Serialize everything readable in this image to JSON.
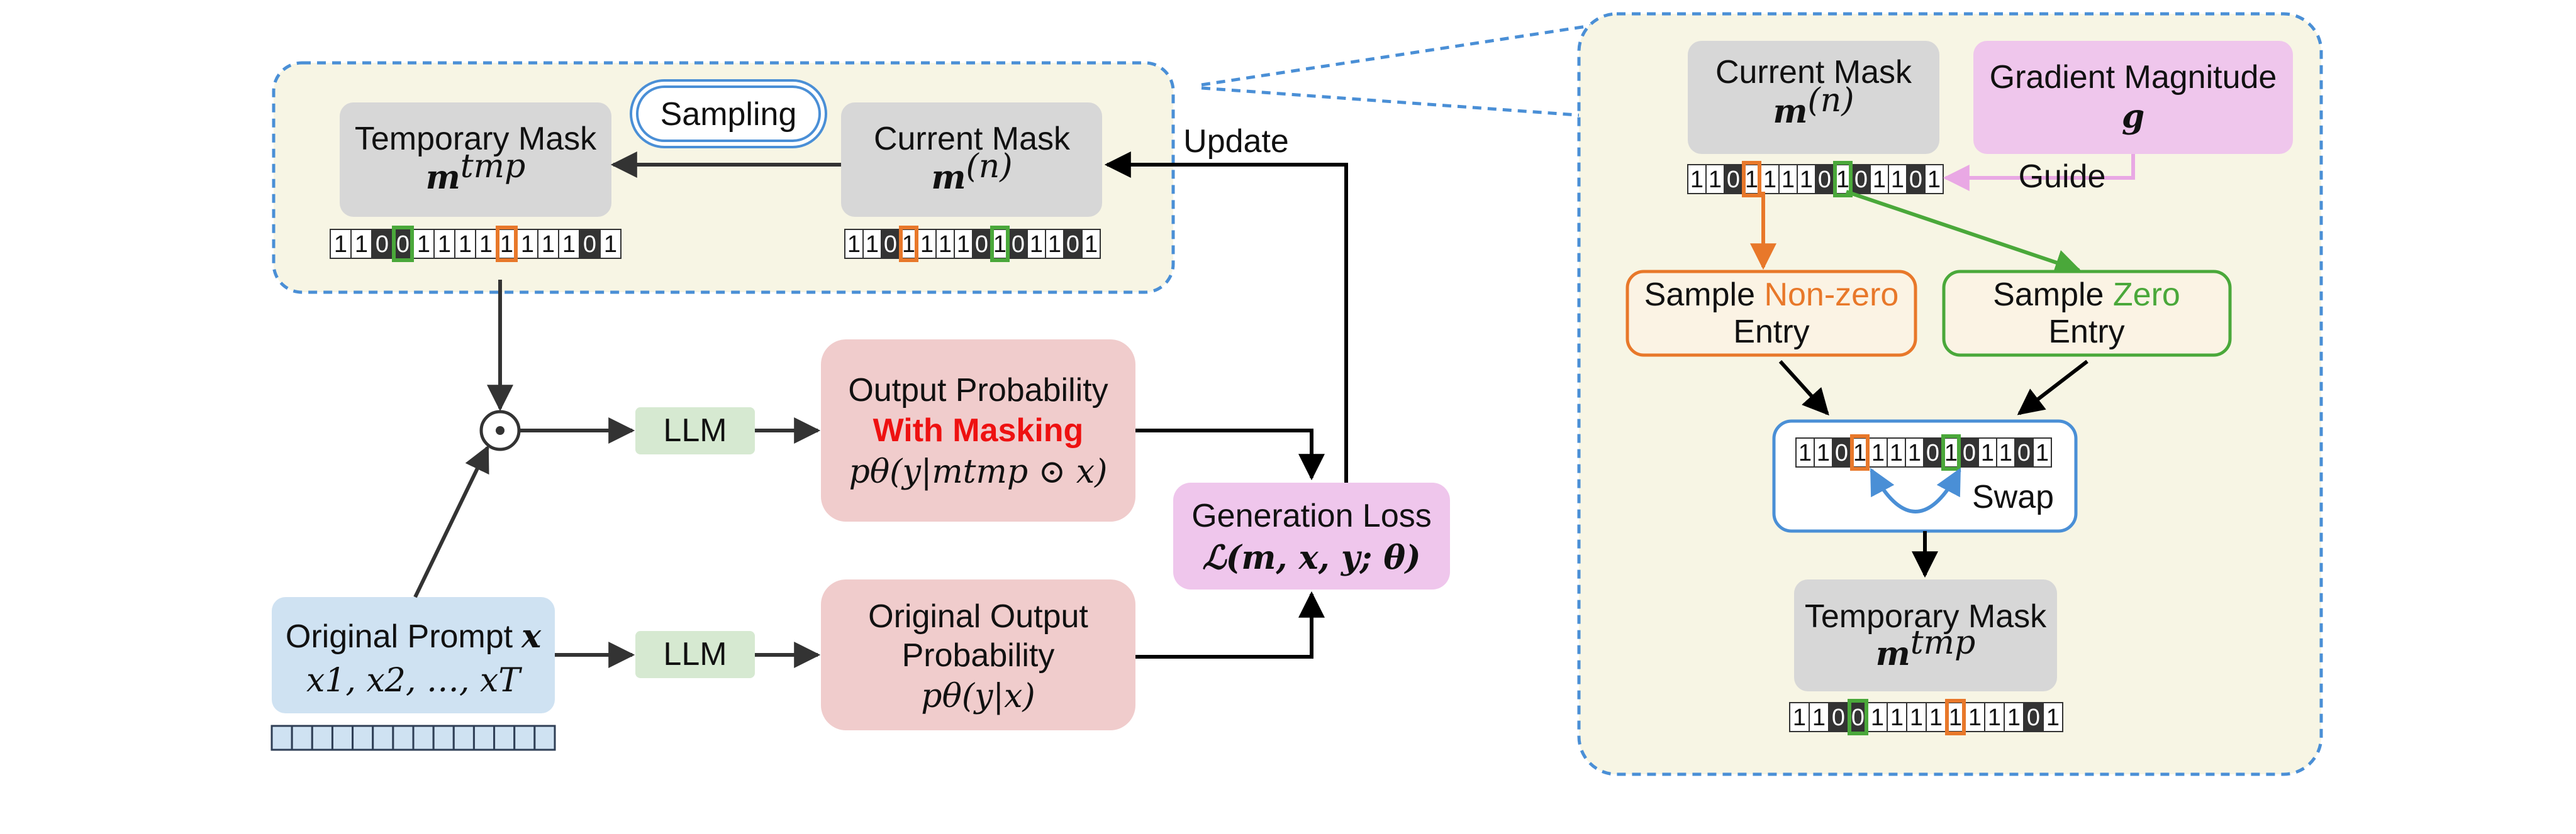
{
  "left": {
    "sampling_label": "Sampling",
    "temporary_mask": {
      "title": "Temporary Mask",
      "symbol": "m",
      "sup": "tmp",
      "bits": "11001111111101",
      "highlights": {
        "green": [
          3
        ],
        "orange": [
          8
        ]
      }
    },
    "current_mask": {
      "title": "Current Mask",
      "symbol": "m",
      "sup": "(n)",
      "bits": "11011110101101",
      "highlights": {
        "orange": [
          3
        ],
        "green": [
          8
        ]
      }
    },
    "update_label": "Update",
    "odot_symbol": "⊙",
    "llm_top": "LLM",
    "llm_bottom": "LLM",
    "output_masked": {
      "line1": "Output Probability",
      "line2": "With Masking",
      "formula": "pθ(y|mtmp ⊙ x)"
    },
    "generation_loss": {
      "title": "Generation Loss",
      "formula": "ℒ(m, x, y; θ)"
    },
    "original_prompt": {
      "title": "Original Prompt",
      "symbol": "x",
      "formula": "x1, x2, …, xT",
      "token_count": 14
    },
    "original_output": {
      "line1": "Original Output",
      "line2": "Probability",
      "formula": "pθ(y|x)"
    }
  },
  "right": {
    "current_mask": {
      "title": "Current Mask",
      "symbol": "m",
      "sup": "(n)",
      "bits": "11011110101101",
      "highlights": {
        "orange": [
          3
        ],
        "green": [
          8
        ]
      }
    },
    "gradient": {
      "title": "Gradient Magnitude",
      "symbol": "g"
    },
    "guide_label": "Guide",
    "sample_nonzero": {
      "prefix": "Sample ",
      "colored": "Non-zero",
      "line2": "Entry"
    },
    "sample_zero": {
      "prefix": "Sample ",
      "colored": "Zero",
      "line2": "Entry"
    },
    "swap": {
      "label": "Swap",
      "bits": "11011110101101",
      "highlights": {
        "orange": [
          3
        ],
        "green": [
          8
        ]
      }
    },
    "temporary_mask": {
      "title": "Temporary Mask",
      "symbol": "m",
      "sup": "tmp",
      "bits": "11001111111101",
      "highlights": {
        "green": [
          3
        ],
        "orange": [
          8
        ]
      }
    }
  },
  "colors": {
    "panel_fill": "#f7f5e4",
    "panel_border": "#4a8fd6",
    "gray_box": "#d7d7d7",
    "pink_box": "#f0cccc",
    "violet_box": "#efc6ec",
    "blue_box": "#cfe2f2",
    "green_box": "#d6e9d1",
    "orange": "#e8782a",
    "green": "#4aa83a",
    "dark_cell": "#333333"
  }
}
